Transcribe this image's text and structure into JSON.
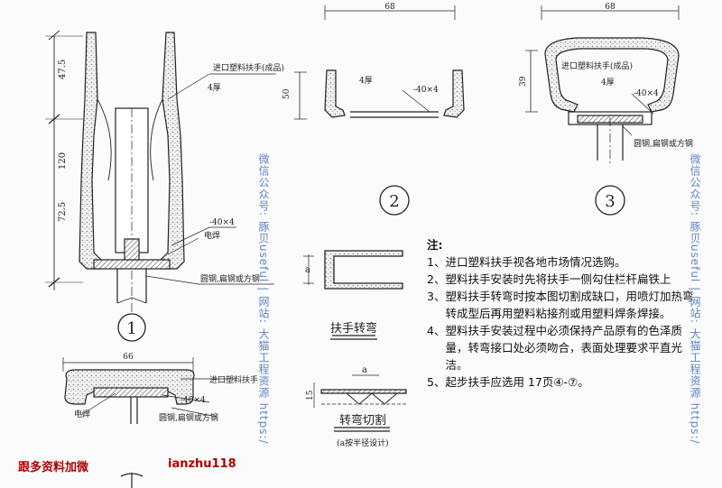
{
  "drawing": {
    "detail1": {
      "dims": [
        "47.5",
        "120",
        "72.5"
      ],
      "callouts": {
        "top": "进口塑料扶手(成品)",
        "thickness": "4厚",
        "flatbar": "-40×4",
        "weld": "电焊",
        "steel": "圆钢,扁钢或方钢"
      },
      "marker": "1"
    },
    "detail2": {
      "width": "68",
      "height": "50",
      "thickness": "4厚",
      "flatbar": "-40×4",
      "marker": "2"
    },
    "detail3": {
      "width": "68",
      "height": "39",
      "callouts": {
        "top": "进口塑料扶手(成品)",
        "thickness": "4厚",
        "flatbar": "-40×4",
        "steel": "圆钢,扁钢或方钢"
      },
      "marker": "3"
    },
    "section4": {
      "width": "66",
      "callouts": {
        "plastic": "进口塑料扶手",
        "weld": "电焊",
        "flatbar": "-40×4",
        "steel": "圆钢,扁钢或方钢"
      }
    },
    "bend": {
      "dim": "a",
      "title": "扶手转弯"
    },
    "cut": {
      "dim_a": "a",
      "dim_h": "15",
      "title": "转弯切割",
      "subtitle": "(a按半径设计)"
    }
  },
  "notes": {
    "heading": "注:",
    "items": [
      {
        "num": "1、",
        "text": "进口塑料扶手视各地市场情况选购。"
      },
      {
        "num": "2、",
        "text": "塑料扶手安装时先将扶手一侧勾住栏杆扁铁上"
      },
      {
        "num": "3、",
        "text": "塑料扶手转弯时按本图切割成缺口，用喷灯加热弯转成型后再用塑料粘接剂或用塑料焊条焊接。"
      },
      {
        "num": "4、",
        "text": "塑料扶手安装过程中必须保持产品原有的色泽质量，转弯接口处必须吻合，表面处理要求平直光洁。"
      },
      {
        "num": "5、",
        "text": "起步扶手应选用 17页④-⑦。"
      }
    ]
  },
  "watermark": {
    "vertical_text": "微信公众号: 豚贝useful | 网站: 大猫工程资源 https:/"
  },
  "footer": {
    "left": "跟多资料加微",
    "right": "ianzhu118"
  }
}
